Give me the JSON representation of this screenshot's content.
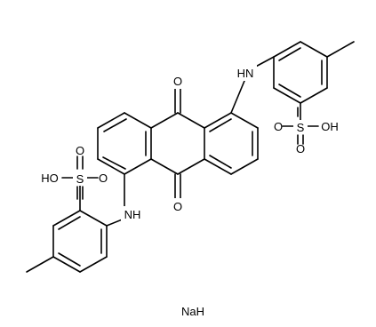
{
  "structure": {
    "atoms": {
      "O1": "O",
      "O2": "O",
      "NH1": "HN",
      "NH2": "NH",
      "S1": "S",
      "S2": "S",
      "S1_O1": "O",
      "S1_O2": "O",
      "S1_OH": "OH",
      "S2_O1": "O",
      "S2_O2": "O",
      "S2_OH": "HO"
    },
    "salt": "NaH"
  }
}
